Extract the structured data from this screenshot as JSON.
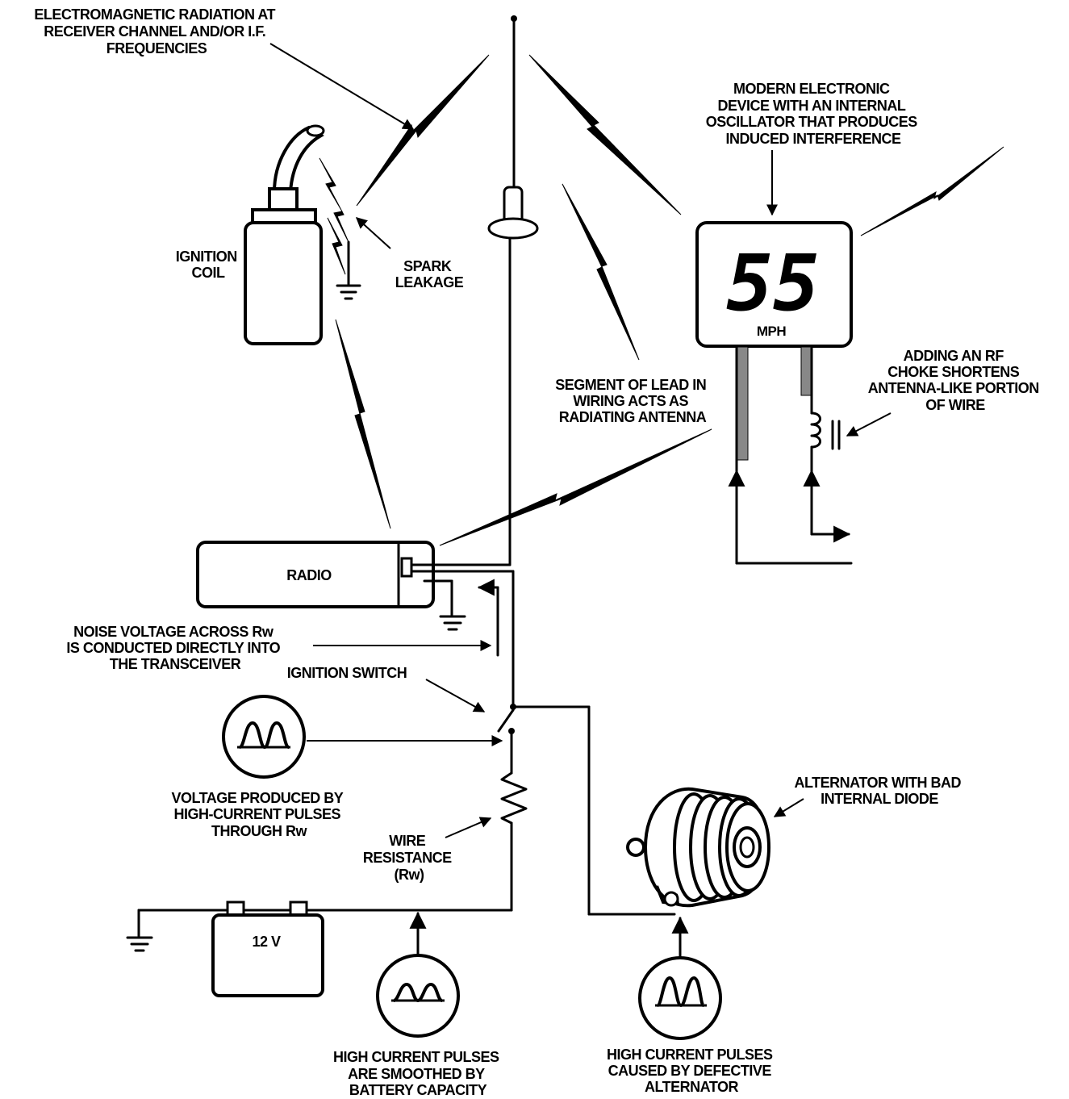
{
  "labels": {
    "em_radiation": [
      "ELECTROMAGNETIC RADIATION AT",
      "RECEIVER CHANNEL AND/OR I.F.",
      "FREQUENCIES"
    ],
    "ignition_coil": [
      "IGNITION",
      "COIL"
    ],
    "spark_leakage": [
      "SPARK",
      "LEAKAGE"
    ],
    "modern_device": [
      "MODERN ELECTRONIC",
      "DEVICE WITH AN INTERNAL",
      "OSCILLATOR THAT PRODUCES",
      "INDUCED INTERFERENCE"
    ],
    "display_value": "55",
    "display_unit": "MPH",
    "rf_choke": [
      "ADDING AN RF",
      "CHOKE SHORTENS",
      "ANTENNA-LIKE PORTION",
      "OF WIRE"
    ],
    "segment_lead": [
      "SEGMENT OF LEAD IN",
      "WIRING ACTS AS",
      "RADIATING ANTENNA"
    ],
    "radio": "RADIO",
    "noise_voltage": [
      "NOISE VOLTAGE ACROSS Rw",
      "IS CONDUCTED DIRECTLY INTO",
      "THE TRANSCEIVER"
    ],
    "ignition_switch": "IGNITION SWITCH",
    "voltage_produced": [
      "VOLTAGE PRODUCED BY",
      "HIGH-CURRENT PULSES",
      "THROUGH Rw"
    ],
    "wire_resistance": [
      "WIRE",
      "RESISTANCE",
      "(Rw)"
    ],
    "alternator": [
      "ALTERNATOR WITH BAD",
      "INTERNAL DIODE"
    ],
    "battery": "12 V",
    "pulses_smoothed": [
      "HIGH CURRENT PULSES",
      "ARE SMOOTHED BY",
      "BATTERY CAPACITY"
    ],
    "pulses_defective": [
      "HIGH CURRENT PULSES",
      "CAUSED BY DEFECTIVE",
      "ALTERNATOR"
    ]
  }
}
